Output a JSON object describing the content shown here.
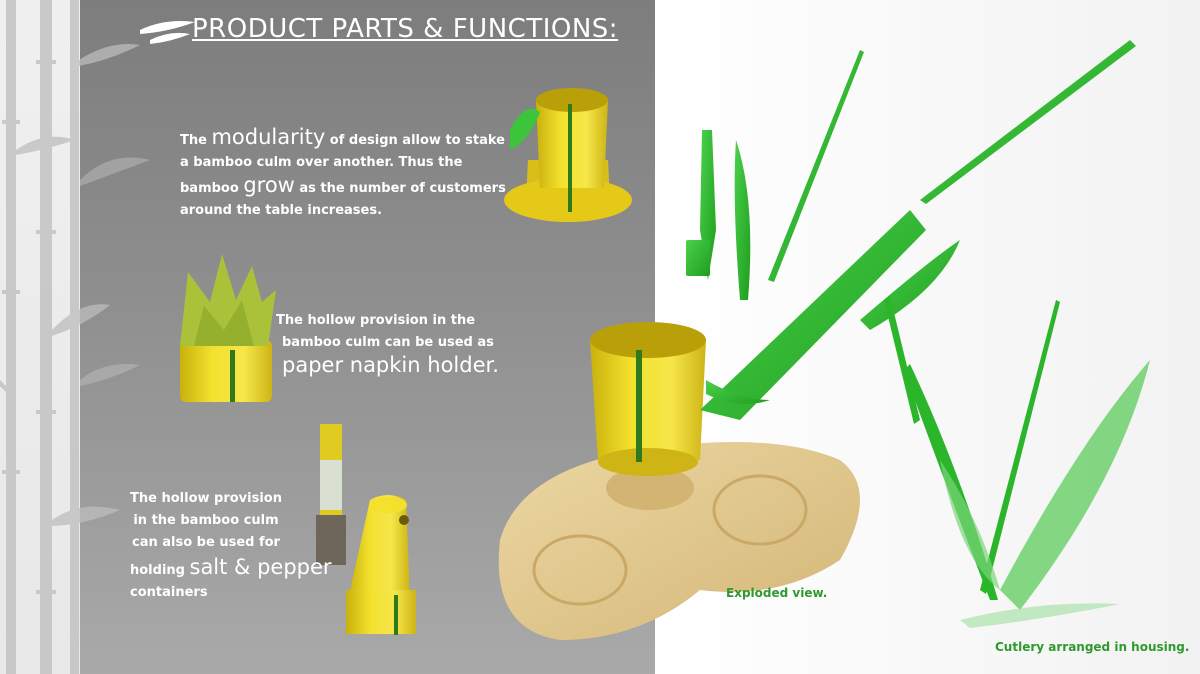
{
  "title": "PRODUCT PARTS & FUNCTIONS:",
  "block1": {
    "l1a": "The ",
    "l1b": "modularity",
    "l1c": " of design allow to stake",
    "l2": "a bamboo culm over another.   Thus the",
    "l3a": "bamboo ",
    "l3b": "grow",
    "l3c": " as the number of customers",
    "l4": "around the table increases."
  },
  "block2": {
    "l1": "The hollow provision in the",
    "l2": "bamboo culm can be used as",
    "l3a": "paper napkin",
    "l3b": " holder."
  },
  "block3": {
    "l1": "The hollow provision",
    "l2": "in the bamboo culm",
    "l3": "can also be used for",
    "l4a": "holding ",
    "l4b": "salt & pepper",
    "l5": "containers"
  },
  "captions": {
    "exploded": "Exploded view.",
    "cutlery": "Cutlery arranged in housing."
  },
  "colors": {
    "bamboo_yellow": "#e8d21a",
    "accent_green": "#2bb52b",
    "napkin_green": "#a9c23a",
    "wood": "#e3c98f",
    "caption_green": "#2e9a2e"
  },
  "icons": [
    "bamboo-leaf-icon"
  ]
}
